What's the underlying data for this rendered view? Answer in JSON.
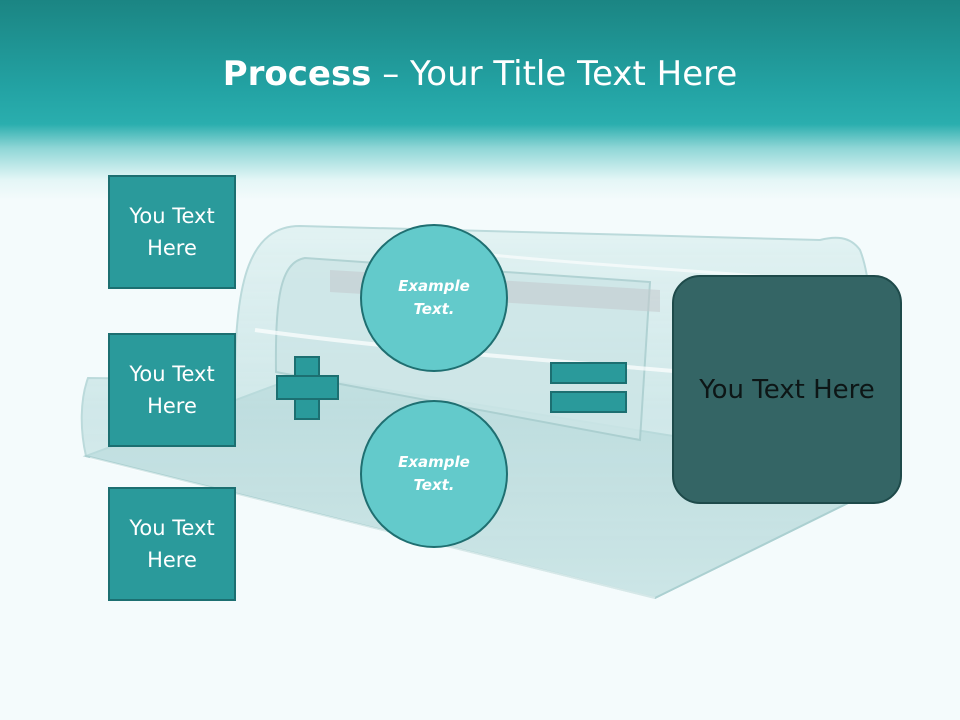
{
  "header": {
    "title_bold": "Process",
    "title_rest": " – Your Title Text Here"
  },
  "left_boxes": [
    {
      "label": "You Text\nHere"
    },
    {
      "label": "You Text\nHere"
    },
    {
      "label": "You Text\nHere"
    }
  ],
  "circles": [
    {
      "label": "Example\nText."
    },
    {
      "label": "Example\nText."
    }
  ],
  "result": {
    "label": "You Text Here"
  },
  "colors": {
    "header_teal": "#23a3a4",
    "box_teal": "#2a9a9b",
    "circle_teal": "#63cacb",
    "result_dark": "#346565"
  }
}
